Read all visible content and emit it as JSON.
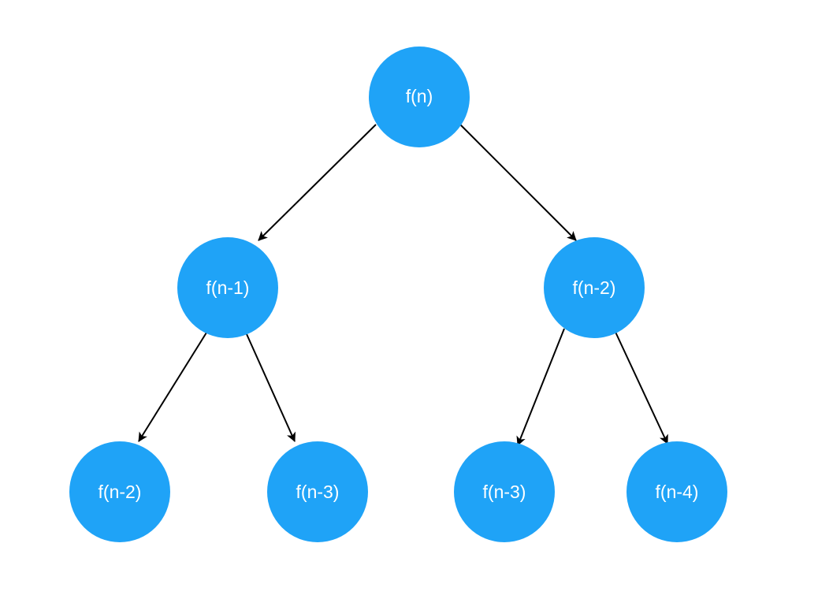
{
  "diagram": {
    "colors": {
      "node_fill": "#1fa3f7",
      "node_text": "#ffffff",
      "edge": "#000000",
      "background": "#ffffff"
    },
    "nodes": [
      {
        "id": "root",
        "label": "f(n)"
      },
      {
        "id": "l1",
        "label": "f(n-1)"
      },
      {
        "id": "r1",
        "label": "f(n-2)"
      },
      {
        "id": "ll",
        "label": "f(n-2)"
      },
      {
        "id": "lr",
        "label": "f(n-3)"
      },
      {
        "id": "rl",
        "label": "f(n-3)"
      },
      {
        "id": "rr",
        "label": "f(n-4)"
      }
    ],
    "edges": [
      {
        "from": "root",
        "to": "l1"
      },
      {
        "from": "root",
        "to": "r1"
      },
      {
        "from": "l1",
        "to": "ll"
      },
      {
        "from": "l1",
        "to": "lr"
      },
      {
        "from": "r1",
        "to": "rl"
      },
      {
        "from": "r1",
        "to": "rr"
      }
    ]
  }
}
